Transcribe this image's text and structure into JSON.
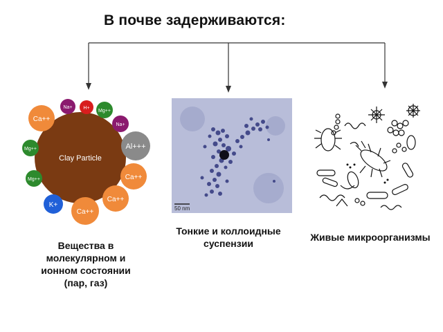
{
  "title": "В почве задерживаются:",
  "left": {
    "caption_lines": [
      "Вещества в",
      "молекулярном и",
      "ионном состоянии",
      "(пар, газ)"
    ],
    "particle_label": "Clay Particle",
    "ions": [
      "Na+",
      "H+",
      "Mg++",
      "Na+",
      "Al+++",
      "Ca++",
      "Ca++",
      "Ca++",
      "K+",
      "Mg++",
      "Mg++",
      "Ca++"
    ],
    "colors": {
      "particle": "#7a3a12",
      "magenta": "#8b1a6e",
      "red": "#d81e1e",
      "green": "#2d8a2d",
      "gray": "#8a8a8a",
      "orange": "#f08a3a",
      "blue": "#2060d8"
    }
  },
  "middle": {
    "caption_lines": [
      "Тонкие и коллоидные",
      "суспензии"
    ],
    "scale_label": "50 nm"
  },
  "right": {
    "caption": "Живые микроорганизмы"
  }
}
